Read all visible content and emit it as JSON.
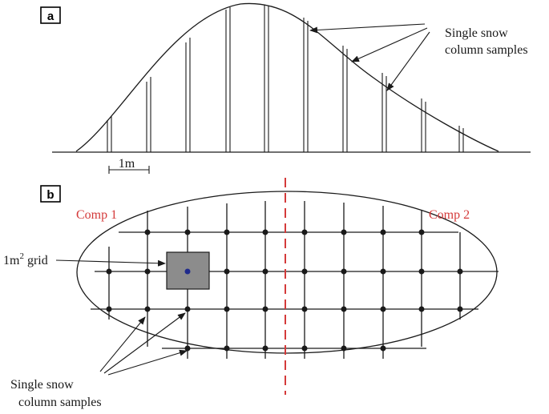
{
  "panel_a": {
    "label": "a",
    "annotation_line1": "Single snow",
    "annotation_line2": "column samples",
    "scale_label": "1m"
  },
  "panel_b": {
    "label": "b",
    "comp1": "Comp 1",
    "comp2": "Comp 2",
    "grid_label": "1m",
    "grid_label_sup": "2",
    "grid_label_suffix": " grid",
    "annotation_line1": "Single snow",
    "annotation_line2": "column samples"
  },
  "colors": {
    "line": "#1a1a1a",
    "divider": "#d43a3a",
    "comp_text": "#d43a3a",
    "grid_cell_fill": "#8c8c8c",
    "center_dot": "#1f2a8c"
  }
}
